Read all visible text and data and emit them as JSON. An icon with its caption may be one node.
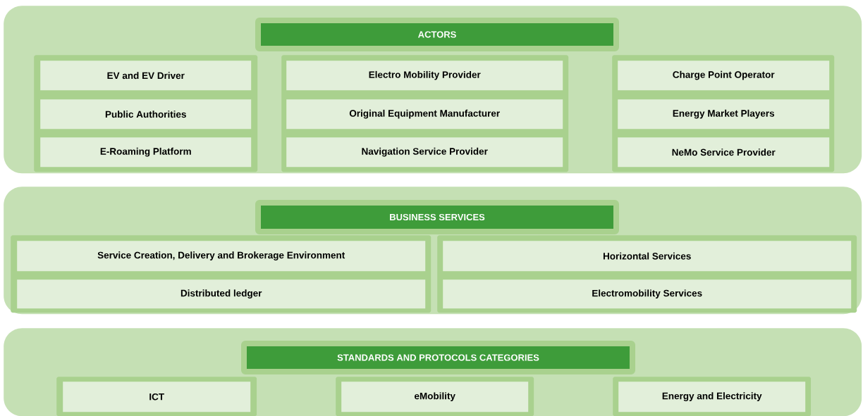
{
  "diagram": {
    "nodes": [
      {
        "text": [],
        "shape": "box"
      },
      {
        "text": [
          "ACTORS"
        ],
        "in": 0
      },
      {
        "text": [],
        "shape": "box",
        "in": 0
      },
      {
        "text": [
          "EV and EV Driver"
        ],
        "in": 2
      },
      {
        "text": [
          "Public Authorities"
        ],
        "in": 2
      },
      {
        "text": [
          "E-Roaming Platform"
        ],
        "in": 2
      },
      {
        "text": [],
        "shape": "box",
        "in": 0
      },
      {
        "text": [
          "Electro Mobility Provider"
        ],
        "in": 6
      },
      {
        "text": [
          "Original Equipment Manufacturer"
        ],
        "in": 6
      },
      {
        "text": [
          "Navigation Service Provider"
        ],
        "in": 6
      },
      {
        "text": [],
        "shape": "box",
        "in": 0
      },
      {
        "text": [
          "Charge Point Operator"
        ],
        "in": 10
      },
      {
        "text": [
          "Energy Market Players"
        ],
        "in": 10
      },
      {
        "text": [
          "NeMo Service Provider"
        ],
        "in": 10
      },
      {
        "text": [],
        "shape": "box"
      },
      {
        "text": [
          "BUSINESS SERVICES"
        ],
        "in": 14
      },
      {
        "text": [],
        "shape": "box",
        "in": 14
      },
      {
        "text": [
          "Service Creation, Delivery and Brokerage Environment"
        ],
        "in": 16
      },
      {
        "text": [
          "Distributed ledger"
        ],
        "in": 16
      },
      {
        "text": [],
        "shape": "box",
        "in": 14
      },
      {
        "text": [
          "Horizontal Services"
        ],
        "in": 19
      },
      {
        "text": [
          "Electromobility Services"
        ],
        "in": 19
      },
      {
        "text": [],
        "shape": "box"
      },
      {
        "text": [
          "STANDARDS AND PROTOCOLS CATEGORIES"
        ],
        "in": 22
      },
      {
        "text": [],
        "shape": "box",
        "in": 22
      },
      {
        "text": [
          "ICT"
        ],
        "in": 24
      },
      {
        "text": [],
        "shape": "box",
        "in": 22
      },
      {
        "text": [
          "eMobility"
        ],
        "in": 26
      },
      {
        "text": [],
        "shape": "box",
        "in": 22
      },
      {
        "text": [
          "Energy and Electricity"
        ],
        "in": 28
      }
    ]
  }
}
